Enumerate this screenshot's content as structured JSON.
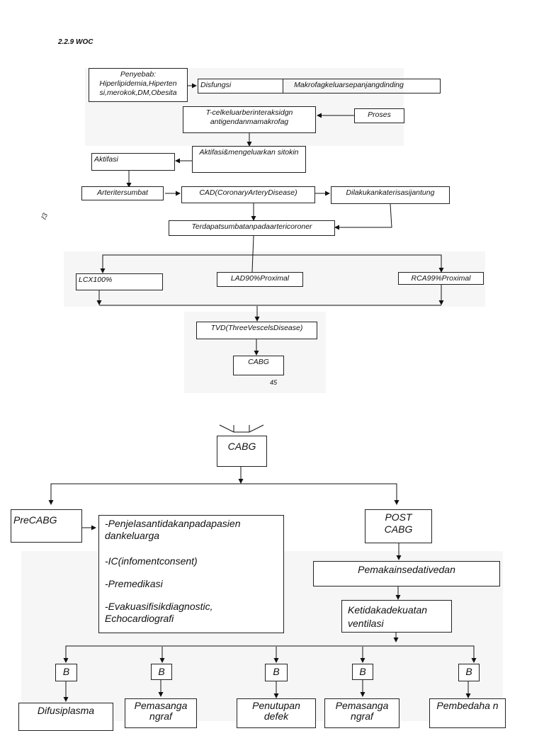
{
  "heading": "2.2.9 WOC",
  "page_number": "45",
  "side_mark": "ℓ3",
  "diagram1": {
    "cause": "Penyebab: Hiperlipidemia,Hiperten si,merokok,DM,Obesita",
    "dysfunction": "Disfungsi",
    "macrophage": "Makrofagkeluarsepanjangdinding",
    "process": "Proses",
    "tcell": "T-celkeluarberinteraksidgn antigendanmamakrofag",
    "cytokine": "Aktifasi&mengeluarkan sitokin",
    "activation": "Aktifasi",
    "artery_blocked": "Arteritersumbat",
    "cad": "CAD(CoronaryArteryDisease)",
    "catheter": "Dilakukankaterisasijantung",
    "coronary_block": "Terdapatsumbatanpadaartericoroner",
    "lcx": "LCX100%",
    "lad": "LAD90%Proximal",
    "rca": "RCA99%Proximal",
    "tvd": "TVD(ThreeVescelsDisease)",
    "cabg": "CABG"
  },
  "diagram2": {
    "cabg": "CABG",
    "pre": "PreCABG",
    "pre_items": [
      "-Penjelasantidakanpadapasien dankeluarga",
      "-IC(infomentconsent)",
      "-Premedikasi",
      "-Evakuasifisikdiagnostic, Echocardiografi"
    ],
    "post_line1": "POST",
    "post_line2": "CABG",
    "sedative": "Pemakainsedativedan",
    "ventilation_line1": "Ketidakadekuatan",
    "ventilation_line2": "ventilasi",
    "b_labels": [
      "B",
      "B",
      "B",
      "B",
      "B"
    ],
    "bottom": [
      "Difusiplasma",
      "Pemasanga ngraf",
      "Penutupan defek",
      "Pemasanga ngraf",
      "Pembedaha n"
    ]
  }
}
